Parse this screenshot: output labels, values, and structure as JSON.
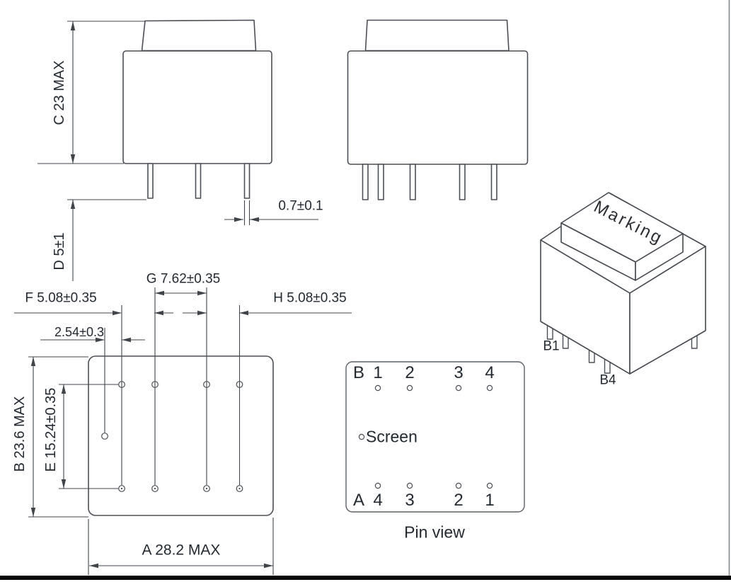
{
  "drawing": {
    "title": "Pin view",
    "side_view": {
      "height_dim": "C 23 MAX",
      "pin_length_dim": "D 5±1",
      "pin_width_dim": "0.7±0.1"
    },
    "footprint_view": {
      "width_dim": "A 28.2 MAX",
      "depth_dim": "B 23.6 MAX",
      "row_span_dim": "E 15.24±0.35",
      "pitch_f_dim": "F 5.08±0.35",
      "pitch_g_dim": "G 7.62±0.35",
      "pitch_h_dim": "H 5.08±0.35",
      "screen_offset_dim": "2.54±0.3"
    },
    "pin_view": {
      "title": "Pin view",
      "row_b_label": "B",
      "row_b_pins": [
        "1",
        "2",
        "3",
        "4"
      ],
      "screen_label": "Screen",
      "row_a_label": "A",
      "row_a_pins": [
        "4",
        "3",
        "2",
        "1"
      ]
    },
    "iso_view": {
      "marking_label": "Marking",
      "first_pin_label": "B1",
      "last_pin_label": "B4"
    }
  },
  "colors": {
    "line": "#4b4f55",
    "text": "#232931",
    "frame_bar": "#0a0a0a",
    "page_border": "#85888c",
    "background": "#ffffff"
  }
}
